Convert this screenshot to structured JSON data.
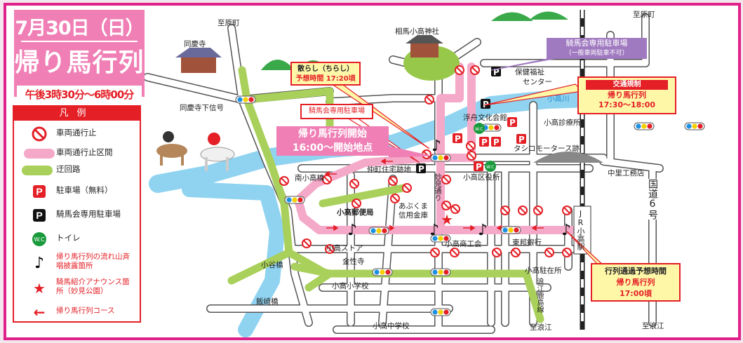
{
  "header": {
    "date": "7月30日（日）",
    "title": "帰り馬行列",
    "time": "午後3時30分～6時00分"
  },
  "legend": {
    "title": "凡例",
    "items": [
      {
        "icon": "no-entry-icon",
        "label": "車両通行止"
      },
      {
        "icon": "pink-road-swatch",
        "label": "車両通行止区間"
      },
      {
        "icon": "green-road-swatch",
        "label": "迂回路"
      },
      {
        "icon": "parking-free-icon",
        "label": "駐車場（無料）"
      },
      {
        "icon": "parking-private-icon",
        "label": "騎馬会専用駐車場"
      },
      {
        "icon": "toilet-icon",
        "label": "トイレ"
      },
      {
        "icon": "music-note-icon",
        "label": "帰り馬行列の流れ山斉唱披露箇所"
      },
      {
        "icon": "star-icon",
        "label": "騎馬紹介アナウンス箇所（妙見公園）"
      },
      {
        "icon": "arrow-left-icon",
        "label": "帰り馬行列コース"
      }
    ]
  },
  "callouts": {
    "chirashi": {
      "title": "散らし（ちらし）",
      "time": "予想時間 17:20頃"
    },
    "kiba_parking": {
      "title": "騎馬会専用駐車場"
    },
    "start": {
      "line1": "帰り馬行列開始",
      "line2": "16:00～開始地点"
    },
    "kiba_parking2": {
      "line1": "騎馬会専用駐車場",
      "line2": "（一般車両駐車不可）"
    },
    "traffic": {
      "header": "交通規制",
      "line1": "帰り馬行列",
      "line2": "17:30～18:00"
    },
    "passing": {
      "title": "行列通過予想時間",
      "line1": "帰り馬行列",
      "line2": "17:00頃"
    }
  },
  "places": {
    "to_haramachi_1": "至原町",
    "to_haramachi_2": "至原町",
    "dokeiji": "同慶寺",
    "dokeiji_signal": "同慶寺下信号",
    "soma_odaka_shrine": "相馬小高神社",
    "hoken_center_1": "保健福祉",
    "hoken_center_2": "センター",
    "odaka_river": "小高川",
    "ukifune_hall": "浮舟文化会館",
    "odaka_clinic": "小高診療所",
    "tashiro_motors": "タシロモータース跡",
    "nakazato": "中里工務店",
    "route6": "国道6号",
    "jr_odaka": "JR小高駅",
    "nakamachi": "仲町住宅跡地",
    "ward_office": "小高区役所",
    "minami_odaka_bridge": "南小高橋",
    "myoken_street": "妙見通り",
    "post_office": "小高郵便局",
    "abukuma_1": "あぶくま",
    "abukuma_2": "信用金庫",
    "odaka_store": "小高ストア",
    "commerce": "小高商工会",
    "toho_bank": "東邦銀行",
    "konshoji": "金性寺",
    "oya_bridge": "小谷橋",
    "police_box": "小高駐在所",
    "elementary": "小高小学校",
    "iizaki_bridge": "飯崎橋",
    "namie_kashima": "浪江鹿島線",
    "junior_high": "小高中学校",
    "to_namie_1": "至浪江",
    "to_namie_2": "至浪江"
  },
  "colors": {
    "frame": "#e0218a",
    "pink_road": "#f4a9c9",
    "green_road": "#a9d05a",
    "river": "#8fd3f0",
    "red": "#e41f26"
  }
}
